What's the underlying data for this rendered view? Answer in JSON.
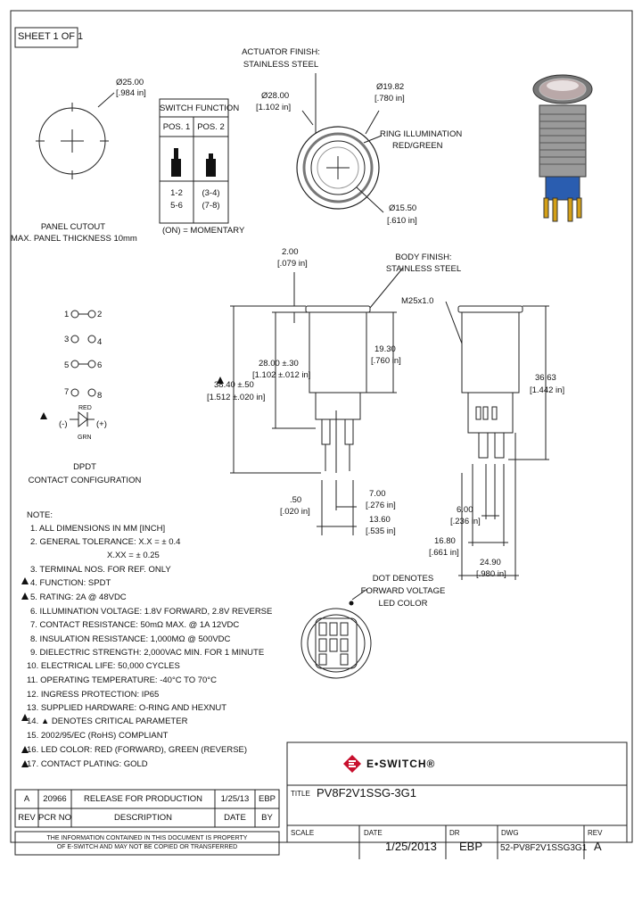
{
  "sheet": "SHEET 1 OF 1",
  "panel_cutout": {
    "dia_mm": "Ø25.00",
    "dia_in": "[.984 in]",
    "caption1": "PANEL CUTOUT",
    "caption2": "MAX. PANEL THICKNESS 10mm"
  },
  "switch_function": {
    "title": "SWITCH FUNCTION",
    "pos1": "POS. 1",
    "pos2": "POS. 2",
    "pos1_contacts_a": "1-2",
    "pos1_contacts_b": "5-6",
    "pos2_contacts_a": "(3-4)",
    "pos2_contacts_b": "(7-8)",
    "footnote": "(ON) = MOMENTARY"
  },
  "front_view": {
    "actuator_finish_1": "ACTUATOR FINISH:",
    "actuator_finish_2": "STAINLESS STEEL",
    "dia_outer_mm": "Ø28.00",
    "dia_outer_in": "[1.102 in]",
    "dia_ring_mm": "Ø19.82",
    "dia_ring_in": "[.780 in]",
    "ring_illum_1": "RING ILLUMINATION",
    "ring_illum_2": "RED/GREEN",
    "dia_inner_mm": "Ø15.50",
    "dia_inner_in": "[.610 in]"
  },
  "side_view": {
    "bezel_mm": "2.00",
    "bezel_in": "[.079 in]",
    "body_finish_1": "BODY FINISH:",
    "body_finish_2": "STAINLESS STEEL",
    "thread": "M25x1.0",
    "head_dia_mm": "28.00 ±.30",
    "head_dia_in": "[1.102 ±.012 in]",
    "body_len_mm": "19.30",
    "body_len_in": "[.760 in]",
    "overall_mm": "38.40 ±.50",
    "overall_in": "[1.512 ±.020 in]",
    "pin_w_mm": ".50",
    "pin_w_in": "[.020 in]",
    "pin_sp_mm": "7.00",
    "pin_sp_in": "[.276 in]",
    "pin_total_mm": "13.60",
    "pin_total_in": "[.535 in]"
  },
  "right_view": {
    "length_mm": "36.63",
    "length_in": "[1.442 in]",
    "d1_mm": "6.00",
    "d1_in": "[.236 in]",
    "d2_mm": "16.80",
    "d2_in": "[.661 in]",
    "d3_mm": "24.90",
    "d3_in": "[.980 in]"
  },
  "dot_note": {
    "l1": "DOT DENOTES",
    "l2": "FORWARD VOLTAGE",
    "l3": "LED COLOR"
  },
  "contact_config": {
    "pins": [
      "1",
      "2",
      "3",
      "4",
      "5",
      "6",
      "7",
      "8"
    ],
    "red": "RED",
    "grn": "GRN",
    "plus": "(+)",
    "minus": "(-)",
    "caption1": "DPDT",
    "caption2": "CONTACT CONFIGURATION"
  },
  "notes": [
    "NOTE:",
    "1. ALL DIMENSIONS IN MM [INCH]",
    "2. GENERAL TOLERANCE: X.X = ± 0.4",
    "X.XX = ± 0.25",
    "3. TERMINAL NOS. FOR REF. ONLY",
    "4. FUNCTION: SPDT",
    "5. RATING: 2A @ 48VDC",
    "6. ILLUMINATION VOLTAGE: 1.8V FORWARD, 2.8V REVERSE",
    "7. CONTACT RESISTANCE: 50mΩ MAX. @ 1A 12VDC",
    "8. INSULATION RESISTANCE: 1,000MΩ @ 500VDC",
    "9. DIELECTRIC STRENGTH: 2,000VAC MIN. FOR 1 MINUTE",
    "10. ELECTRICAL LIFE: 50,000 CYCLES",
    "11. OPERATING TEMPERATURE: -40°C TO 70°C",
    "12. INGRESS PROTECTION: IP65",
    "13. SUPPLIED HARDWARE: O-RING AND HEXNUT",
    "14. ▲ DENOTES CRITICAL PARAMETER",
    "15. 2002/95/EC (RoHS) COMPLIANT",
    "16. LED COLOR: RED (FORWARD), GREEN (REVERSE)",
    "17. CONTACT PLATING: GOLD"
  ],
  "revision_table": {
    "rev": "A",
    "pcr": "20966",
    "desc": "RELEASE FOR PRODUCTION",
    "date": "1/25/13",
    "by": "EBP",
    "h_rev": "REV",
    "h_pcr": "PCR NO",
    "h_desc": "DESCRIPTION",
    "h_date": "DATE",
    "h_by": "BY"
  },
  "proprietary": {
    "l1": "THE INFORMATION CONTAINED IN THIS DOCUMENT IS PROPERTY",
    "l2": "OF E-SWITCH AND MAY NOT BE COPIED OR TRANSFERRED"
  },
  "title_block": {
    "logo": "E•SWITCH®",
    "title_label": "TITLE",
    "title": "PV8F2V1SSG-3G1",
    "scale_label": "SCALE",
    "date_label": "DATE",
    "date": "1/25/2013",
    "dr_label": "DR",
    "dr": "EBP",
    "dwg_label": "DWG",
    "dwg": "52-PV8F2V1SSG3G1",
    "rev_label": "REV",
    "rev": "A"
  },
  "colors": {
    "line": "#222222",
    "logo_red": "#c8102e"
  }
}
